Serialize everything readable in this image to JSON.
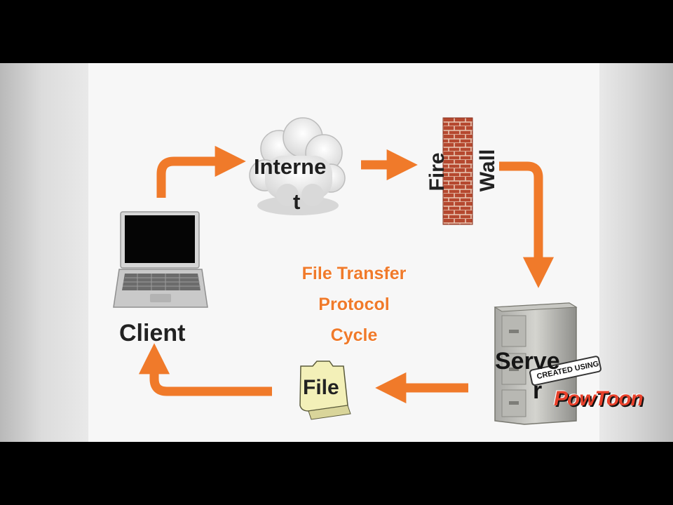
{
  "diagram": {
    "title_lines": [
      "File Transfer",
      "Protocol",
      "Cycle"
    ],
    "nodes": {
      "internet": {
        "label_top": "Interne",
        "label_bottom": "t"
      },
      "firewall": {
        "label_fire": "Fire",
        "label_wall": "Wall"
      },
      "server": {
        "label_top": "Serve",
        "label_bottom": "r"
      },
      "file": {
        "label": "File"
      },
      "client": {
        "label": "Client"
      }
    },
    "colors": {
      "arrow": "#f07a2a",
      "brick": "#b5482f",
      "folder": "#f3f0b8"
    }
  },
  "watermark": {
    "line1": "CREATED USING",
    "line2": "PowToon"
  }
}
